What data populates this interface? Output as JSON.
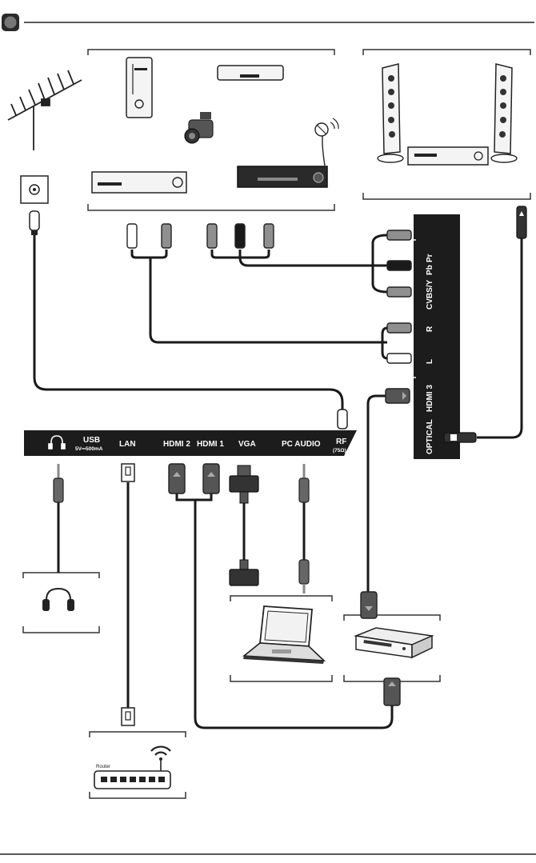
{
  "bottom_panel": {
    "usb_label": "USB",
    "usb_rating": "5V⎓500mA",
    "lan_label": "LAN",
    "hdmi2_label": "HDMI 2",
    "hdmi1_label": "HDMI 1",
    "vga_label": "VGA",
    "pc_audio_label": "PC AUDIO",
    "rf_label": "RF",
    "rf_impedance": "(75Ω)"
  },
  "side_panel": {
    "pr_label": "Pr",
    "pb_label": "Pb",
    "cvbs_label": "CVBS/Y",
    "r_label": "R",
    "l_label": "L",
    "hdmi3_label": "HDMI 3",
    "optical_label": "OPTICAL"
  },
  "router": {
    "label": "Router"
  },
  "colors": {
    "panel": "#1c1c1c",
    "cable": "#1a1a1a",
    "plug_gray": "#8f8f8f",
    "frame": "#333333"
  }
}
